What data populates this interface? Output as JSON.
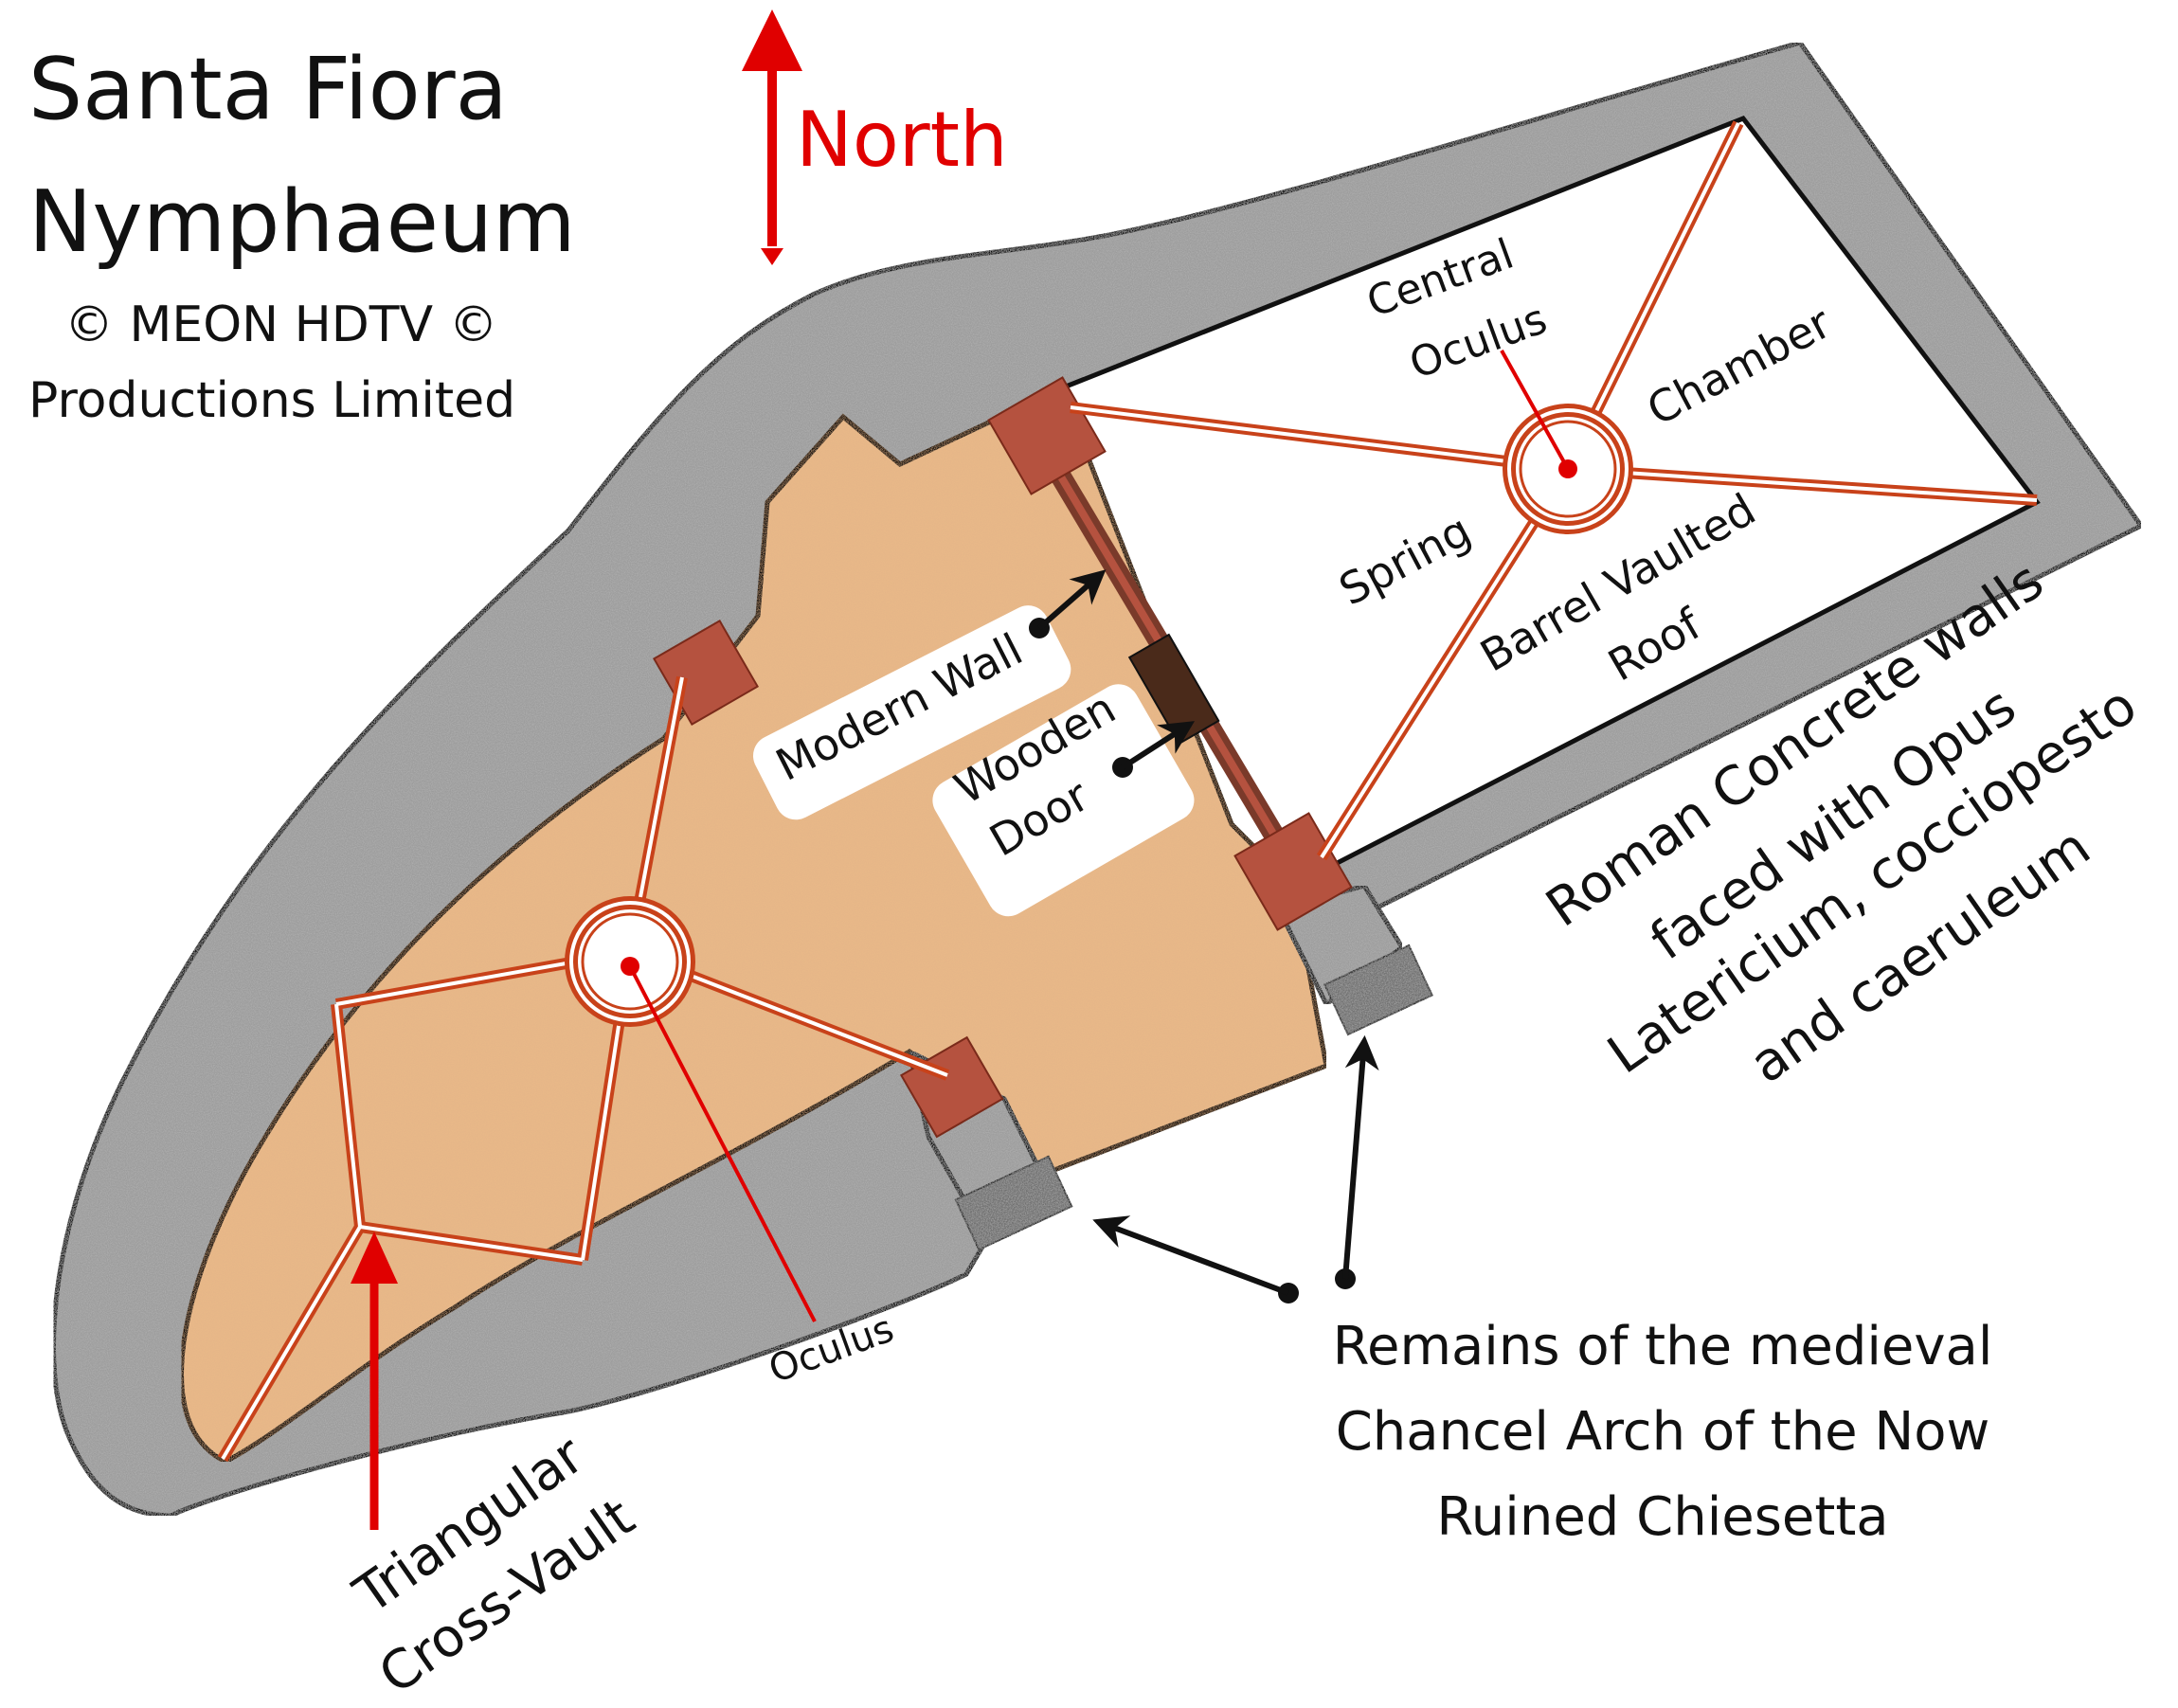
{
  "title": {
    "line1": "Santa Fiora",
    "line2": "Nymphaeum",
    "copyright1": "© MEON HDTV ©",
    "copyright2": "Productions Limited"
  },
  "compass": {
    "label": "North"
  },
  "labels": {
    "central_oculus_1": "Central",
    "central_oculus_2": "Oculus",
    "chamber": "Chamber",
    "spring": "Spring",
    "barrel_1": "Barrel Vaulted",
    "barrel_2": "Roof",
    "modern_wall": "Modern Wall",
    "wooden_door_1": "Wooden",
    "wooden_door_2": "Door",
    "oculus": "Oculus",
    "roman_1": "Roman Concrete walls",
    "roman_2": "faced with Opus",
    "roman_3": "Latericium, cocciopesto",
    "roman_4": "and caeruleum",
    "triangular_1": "Triangular",
    "triangular_2": "Cross-Vault",
    "remains_1": "Remains of the medieval",
    "remains_2": "Chancel Arch of the Now",
    "remains_3": "Ruined Chiesetta"
  },
  "colors": {
    "wall": "#9d9d9d",
    "floor": "#e8b888",
    "vault": "#c8421a",
    "brick": "#b5523f",
    "arrow_red": "#e00000",
    "door": "#4a2a1a"
  }
}
